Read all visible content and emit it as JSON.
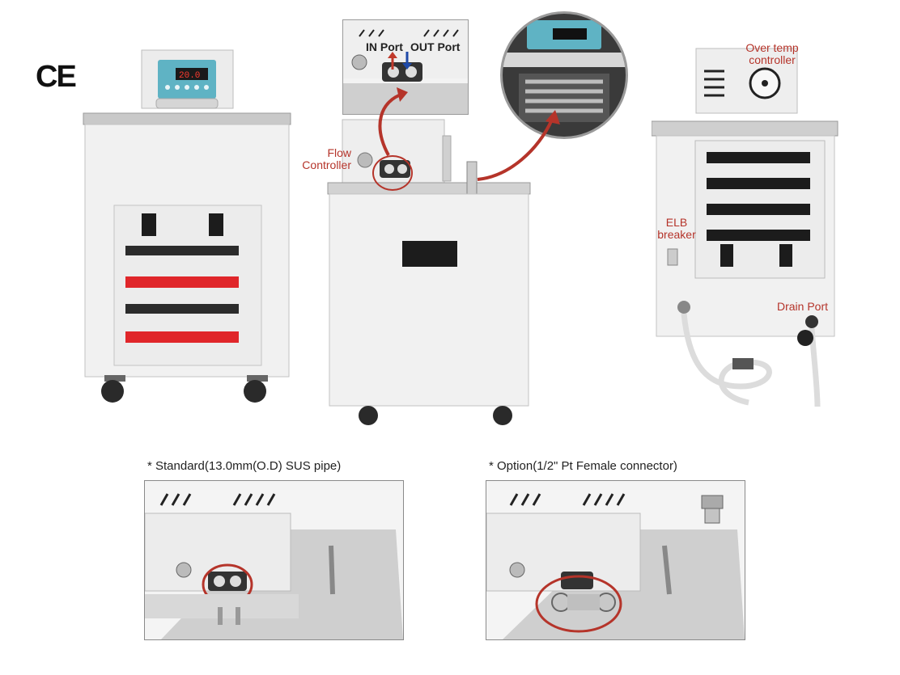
{
  "certification": {
    "mark": "CE"
  },
  "callouts": {
    "in_port": "IN Port",
    "out_port": "OUT Port",
    "flow_controller_line1": "Flow",
    "flow_controller_line2": "Controller",
    "over_temp_line1": "Over temp",
    "over_temp_line2": "controller",
    "elb_line1": "ELB",
    "elb_line2": "breaker",
    "drain_port": "Drain Port"
  },
  "display_readout": "20.0",
  "captions": {
    "standard": "* Standard(13.0mm(O.D) SUS pipe)",
    "option": "* Option(1/2\" Pt Female connector)"
  },
  "colors": {
    "callout_red": "#b5342a",
    "panel_white": "#f2f2f2",
    "display_teal": "#5fb3c4",
    "vent_red": "#e0262a",
    "arrow_up_red": "#c0392b",
    "arrow_down_blue": "#1f4aa8"
  }
}
